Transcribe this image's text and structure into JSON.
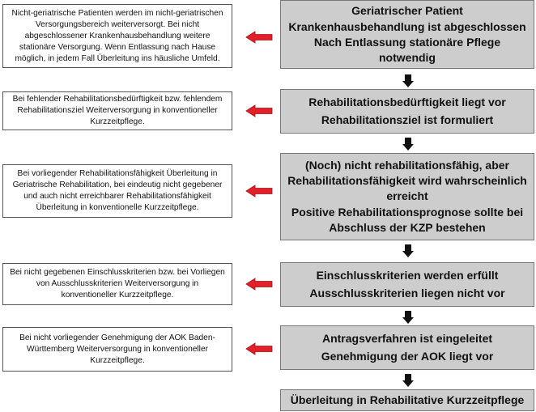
{
  "colors": {
    "box_fill": "#cdcdcd",
    "arrow_red": "#e3202a",
    "arrow_black": "#111111"
  },
  "flow": {
    "step1": {
      "lines": [
        "Geriatrischer Patient",
        "Krankenhausbehandlung ist abgeschlossen",
        "Nach Entlassung stationäre Pflege notwendig"
      ],
      "note": "Nicht-geriatrische Patienten werden im nicht-geriatrischen Versorgungsbereich weiterversorgt. Bei nicht abgeschlossener Krankenhausbehandlung weitere stationäre Versorgung. Wenn Entlassung nach Hause möglich, in jedem Fall Überleitung ins häusliche Umfeld."
    },
    "step2": {
      "lines": [
        "Rehabilitationsbedürftigkeit liegt vor",
        "Rehabilitationsziel ist formuliert"
      ],
      "note": "Bei fehlender Rehabilitationsbedürftigkeit bzw. fehlendem Rehabilitationsziel Weiterversorgung in konventioneller Kurzzeitpflege."
    },
    "step3": {
      "lines": [
        "(Noch) nicht rehabilitationsfähig, aber Rehabilitationsfähigkeit wird wahrscheinlich erreicht",
        "Positive Rehabilitationsprognose sollte bei Abschluss der KZP bestehen"
      ],
      "note": "Bei vorliegender Rehabilitationsfähigkeit Überleitung in Geriatrische Rehabilitation, bei eindeutig nicht gegebener und auch nicht erreichbarer Rehabilitationsfähigkeit Überleitung in konventionelle Kurzzeitpflege."
    },
    "step4": {
      "lines": [
        "Einschlusskriterien werden erfüllt",
        "Ausschlusskriterien liegen nicht vor"
      ],
      "note": "Bei nicht gegebenen Einschlusskriterien bzw. bei Vorliegen von Ausschlusskriterien Weiterversorgung in konventioneller Kurzzeitpflege."
    },
    "step5": {
      "lines": [
        "Antragsverfahren ist eingeleitet",
        "Genehmigung der AOK liegt vor"
      ],
      "note": "Bei nicht vorliegender Genehmigung der AOK Baden-Württemberg Weiterversorgung in konventioneller Kurzzeitpflege."
    },
    "final": {
      "label": "Überleitung in Rehabilitative Kurzzeitpflege"
    }
  }
}
